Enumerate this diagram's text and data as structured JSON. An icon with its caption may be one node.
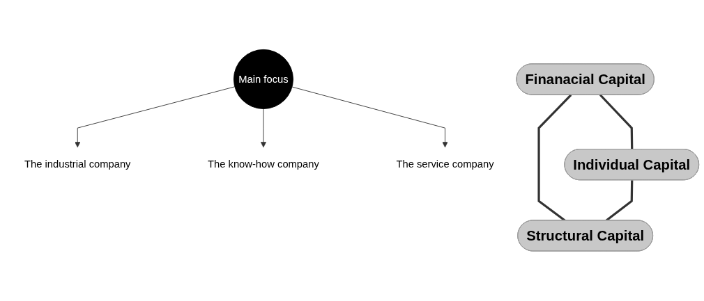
{
  "diagram": {
    "nodes": [
      {
        "text": [
          "Finanacial Capital"
        ]
      },
      {
        "text": [
          "Main focus"
        ]
      },
      {
        "text": [
          "The industrial company"
        ]
      },
      {
        "text": [
          "The know-how company"
        ]
      },
      {
        "text": [
          "The service company"
        ]
      },
      {
        "text": [
          "Individual Capital"
        ]
      },
      {
        "text": [
          "Structural Capital"
        ]
      }
    ],
    "edges": [
      {
        "from": 0,
        "to": 5,
        "arrow": "none",
        "style": "thick"
      },
      {
        "from": 0,
        "to": 6,
        "arrow": "none",
        "style": "thick"
      },
      {
        "from": 5,
        "to": 6,
        "arrow": "none",
        "style": "thick"
      },
      {
        "from": 1,
        "to": 2,
        "arrow": "to"
      },
      {
        "from": 1,
        "to": 3,
        "arrow": "to"
      },
      {
        "from": 1,
        "to": 4,
        "arrow": "to"
      }
    ]
  }
}
